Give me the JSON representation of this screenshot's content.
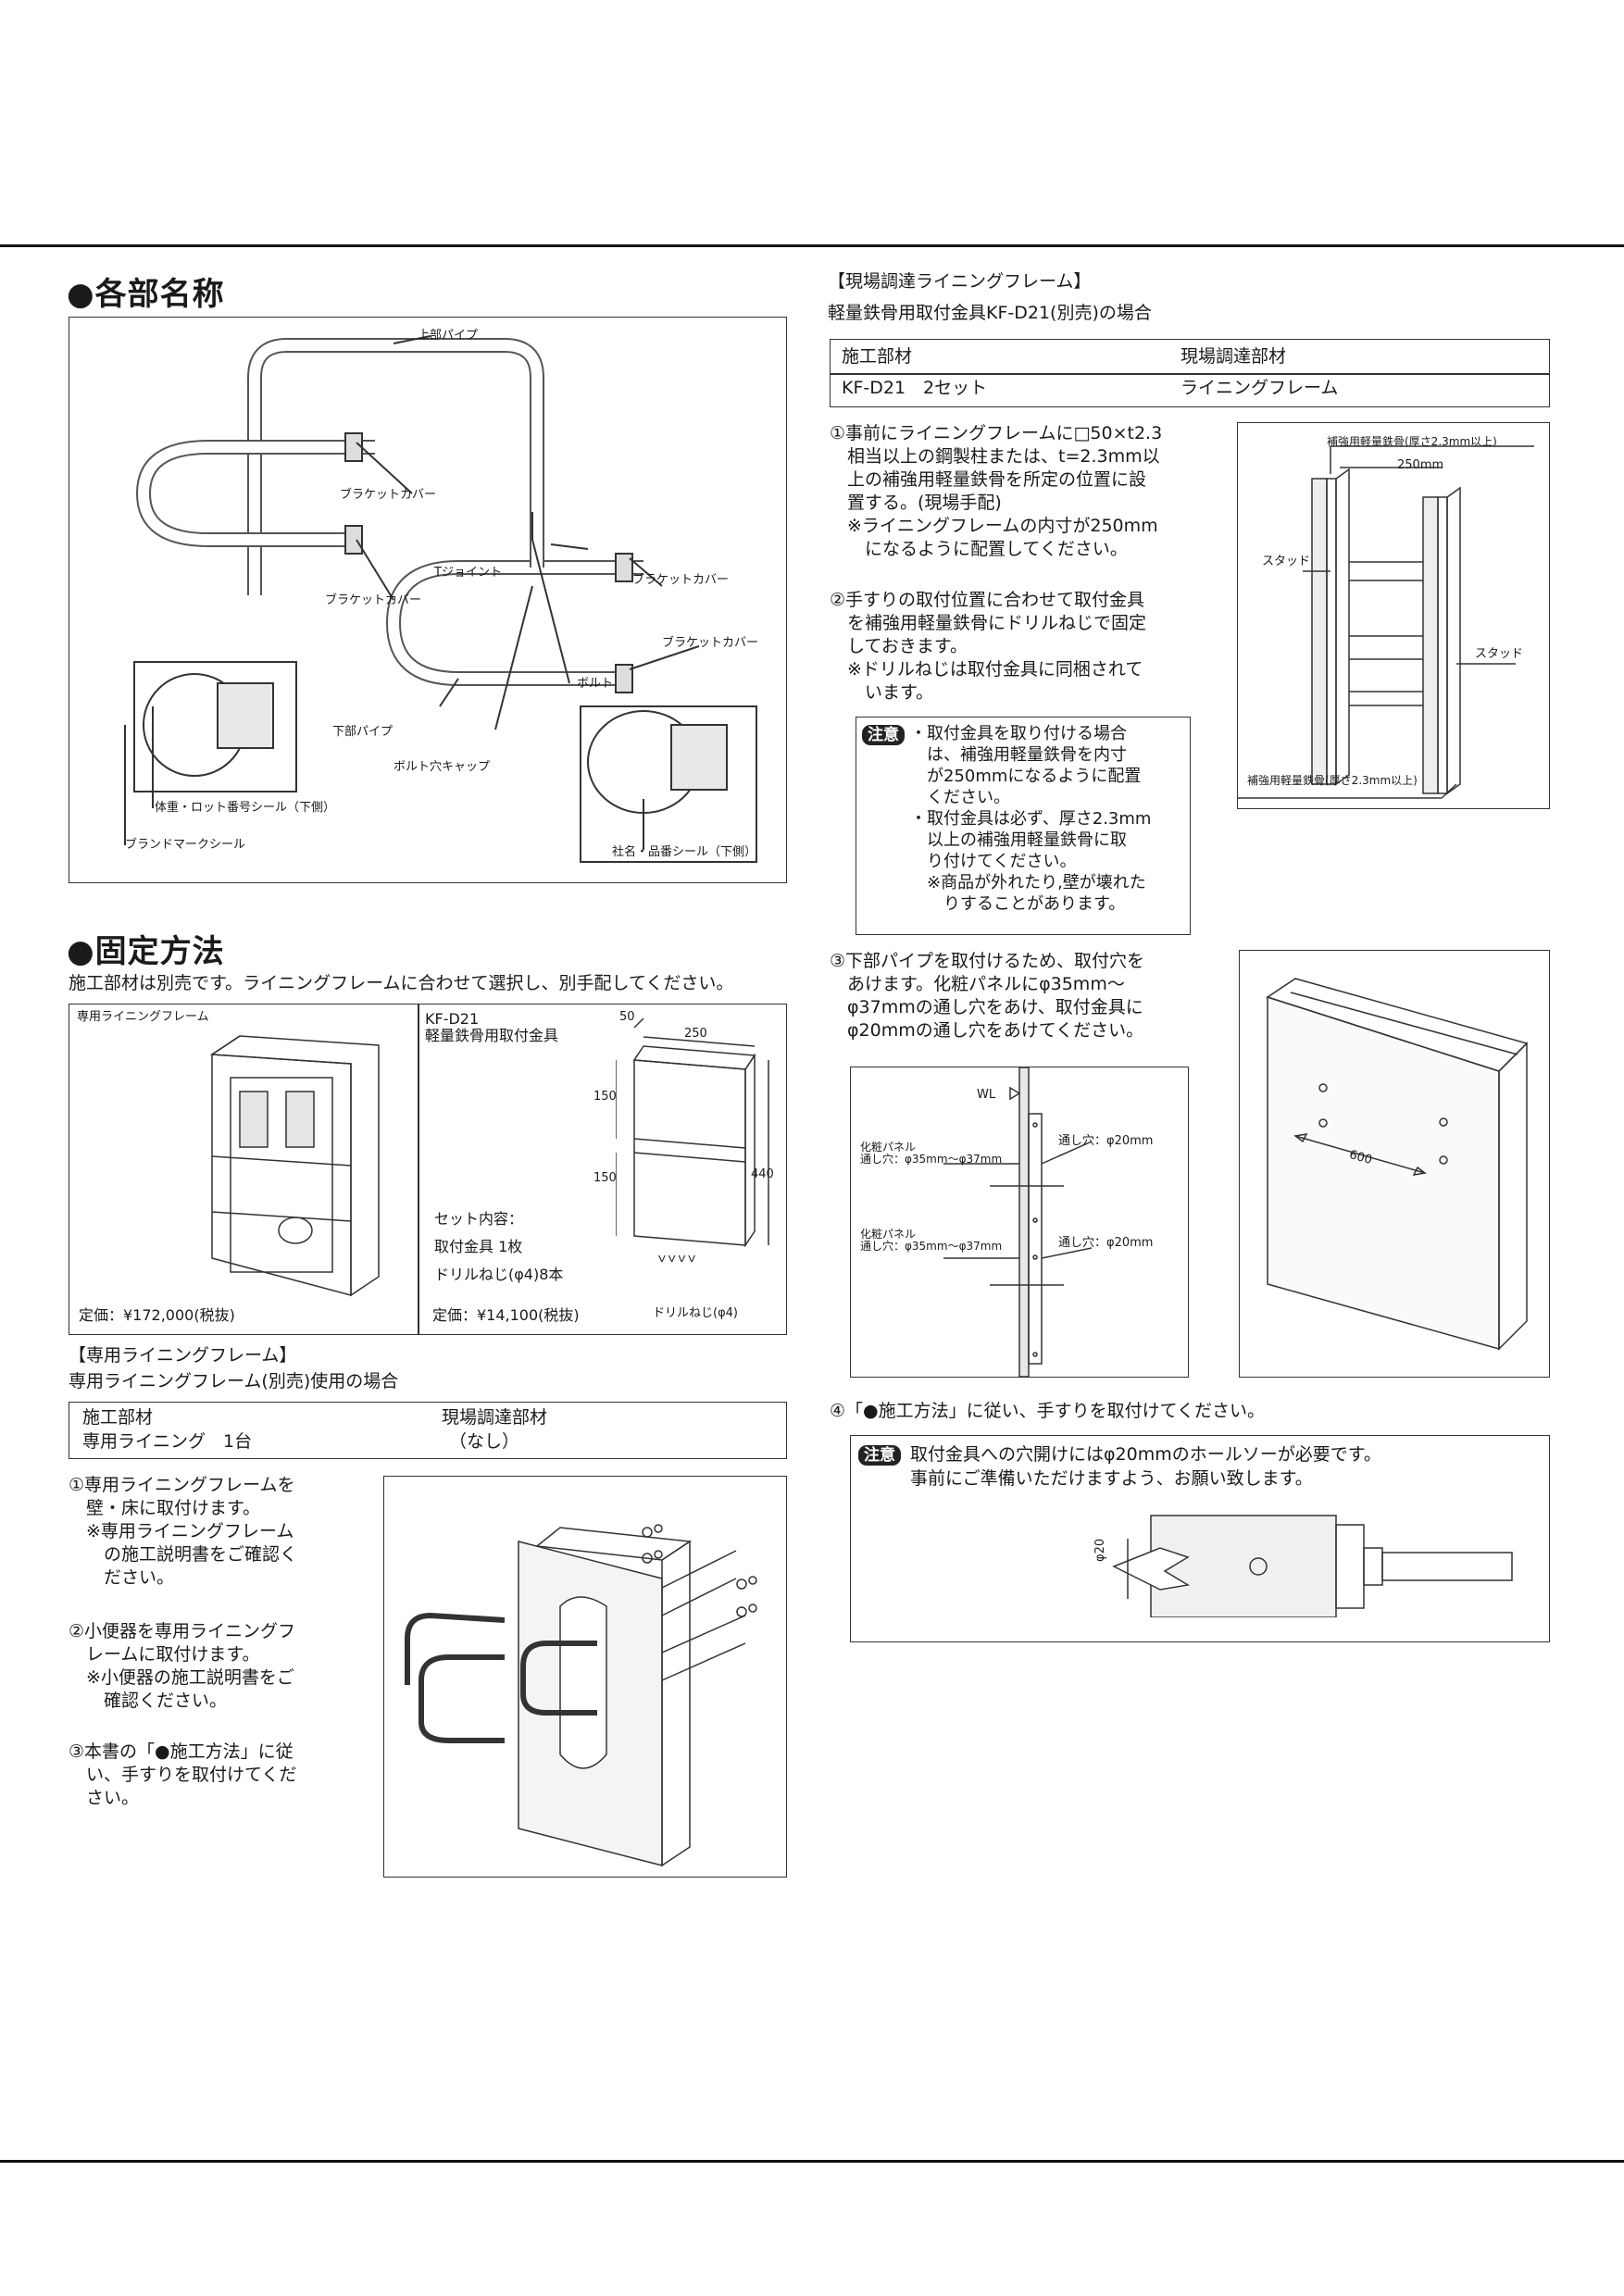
{
  "section_parts": {
    "title": "●各部名称",
    "labels": {
      "upper_pipe": "上部パイプ",
      "bracket_cover_1": "ブラケットカバー",
      "bracket_cover_2": "ブラケットカバー",
      "bracket_cover_3": "ブラケットカバー",
      "bracket_cover_4": "ブラケットカバー",
      "t_joint": "Tジョイント",
      "bolt": "ボルト",
      "lower_pipe": "下部パイプ",
      "bolt_cap": "ボルト穴キャップ",
      "weight_seal": "体重・ロット番号シール（下側）",
      "brand_seal": "ブランドマークシール",
      "company_seal": "社名・品番シール（下側）"
    }
  },
  "section_fix": {
    "title": "●固定方法",
    "intro": "施工部材は別売です。ライニングフレームに合わせて選択し、別手配してください。",
    "panel_left": {
      "title": "専用ライニングフレーム",
      "price": "定価：¥172,000(税抜)"
    },
    "panel_right": {
      "model": "KF-D21",
      "name": "軽量鉄骨用取付金具",
      "set_title": "セット内容：",
      "set_1": "取付金具 1枚",
      "set_2": "ドリルねじ(φ4)8本",
      "price": "定価：¥14,100(税抜)",
      "screw_label": "ドリルねじ(φ4)",
      "dims": {
        "d50": "50",
        "d250": "250",
        "d150a": "150",
        "d150b": "150",
        "d440": "440"
      }
    }
  },
  "section_dedicated": {
    "header": "【専用ライニングフレーム】",
    "subheader": "専用ライニングフレーム(別売)使用の場合",
    "table": {
      "col1_head": "施工部材",
      "col2_head": "現場調達部材",
      "col1_val": "専用ライニング　1台",
      "col2_val": "（なし）"
    },
    "steps": [
      [
        "①専用ライニングフレームを",
        "　壁・床に取付けます。",
        "　※専用ライニングフレーム",
        "　　の施工説明書をご確認く",
        "　　ださい。"
      ],
      [
        "②小便器を専用ライニングフ",
        "　レームに取付けます。",
        "　※小便器の施工説明書をご",
        "　　確認ください。"
      ],
      [
        "③本書の「●施工方法」に従",
        "　い、手すりを取付けてくだ",
        "　さい。"
      ]
    ]
  },
  "section_site": {
    "header": "【現場調達ライニングフレーム】",
    "subheader": "軽量鉄骨用取付金具KF-D21(別売)の場合",
    "table": {
      "col1_head": "施工部材",
      "col2_head": "現場調達部材",
      "col1_val": "KF-D21　2セット",
      "col2_val": "ライニングフレーム"
    },
    "step1": [
      "①事前にライニングフレームに□50×t2.3",
      "　相当以上の鋼製柱または、t=2.3mm以",
      "　上の補強用軽量鉄骨を所定の位置に設",
      "　置する。(現場手配)",
      "　※ライニングフレームの内寸が250mm",
      "　　になるように配置してください。"
    ],
    "step2": [
      "②手すりの取付位置に合わせて取付金具",
      "　を補強用軽量鉄骨にドリルねじで固定",
      "　しておきます。",
      "　※ドリルねじは取付金具に同梱されて",
      "　　います。"
    ],
    "caution_tag": "注意",
    "caution_lines": [
      "・取付金具を取り付ける場合",
      "　は、補強用軽量鉄骨を内寸",
      "　が250mmになるように配置",
      "　ください。",
      "・取付金具は必ず、厚さ2.3mm",
      "　以上の補強用軽量鉄骨に取",
      "　り付けてください。",
      "　※商品が外れたり,壁が壊れた",
      "　　りすることがあります。"
    ],
    "frame_fig": {
      "top_label": "補強用軽量鉄骨(厚さ2.3mm以上)",
      "dim": "250mm",
      "stud_left": "スタッド",
      "stud_right": "スタッド",
      "bottom_label": "補強用軽量鉄骨(厚さ2.3mm以上)"
    },
    "step3": [
      "③下部パイプを取付けるため、取付穴を",
      "　あけます。化粧パネルにφ35mm～",
      "　φ37mmの通し穴をあけ、取付金具に",
      "　φ20mmの通し穴をあけてください。"
    ],
    "section_fig": {
      "wl": "WL",
      "panel1_a": "化粧パネル",
      "panel1_b": "通し穴：φ35mm～φ37mm",
      "hole1": "通し穴：φ20mm",
      "panel2_a": "化粧パネル",
      "panel2_b": "通し穴：φ35mm～φ37mm",
      "hole2": "通し穴：φ20mm"
    },
    "panel_fig": {
      "dim": "600"
    },
    "step4": "④「●施工方法」に従い、手すりを取付けてください。",
    "caution2_tag": "注意",
    "caution2_line1": "取付金具への穴開けにはφ20mmのホールソーが必要です。",
    "caution2_line2": "事前にご準備いただけますよう、お願い致します。",
    "holesaw_dim": "φ20"
  }
}
